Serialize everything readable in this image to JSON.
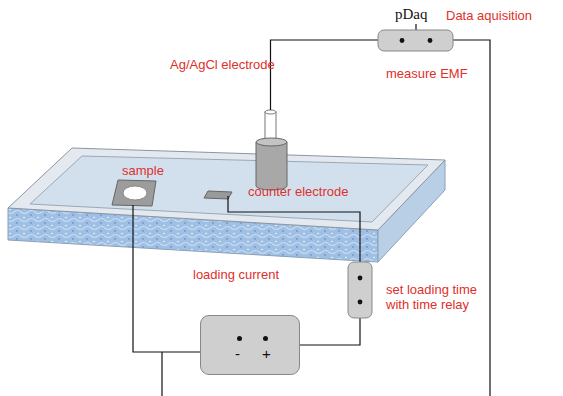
{
  "diagram": {
    "nodes": [
      {
        "text": [
          "-",
          "+"
        ]
      }
    ],
    "labels": [
      "pDaq",
      "Data aquisition",
      "Ag/AgCl electrode",
      "measure EMF",
      "sample",
      "counter electrode",
      "loading current",
      "set loading time with time relay"
    ]
  }
}
